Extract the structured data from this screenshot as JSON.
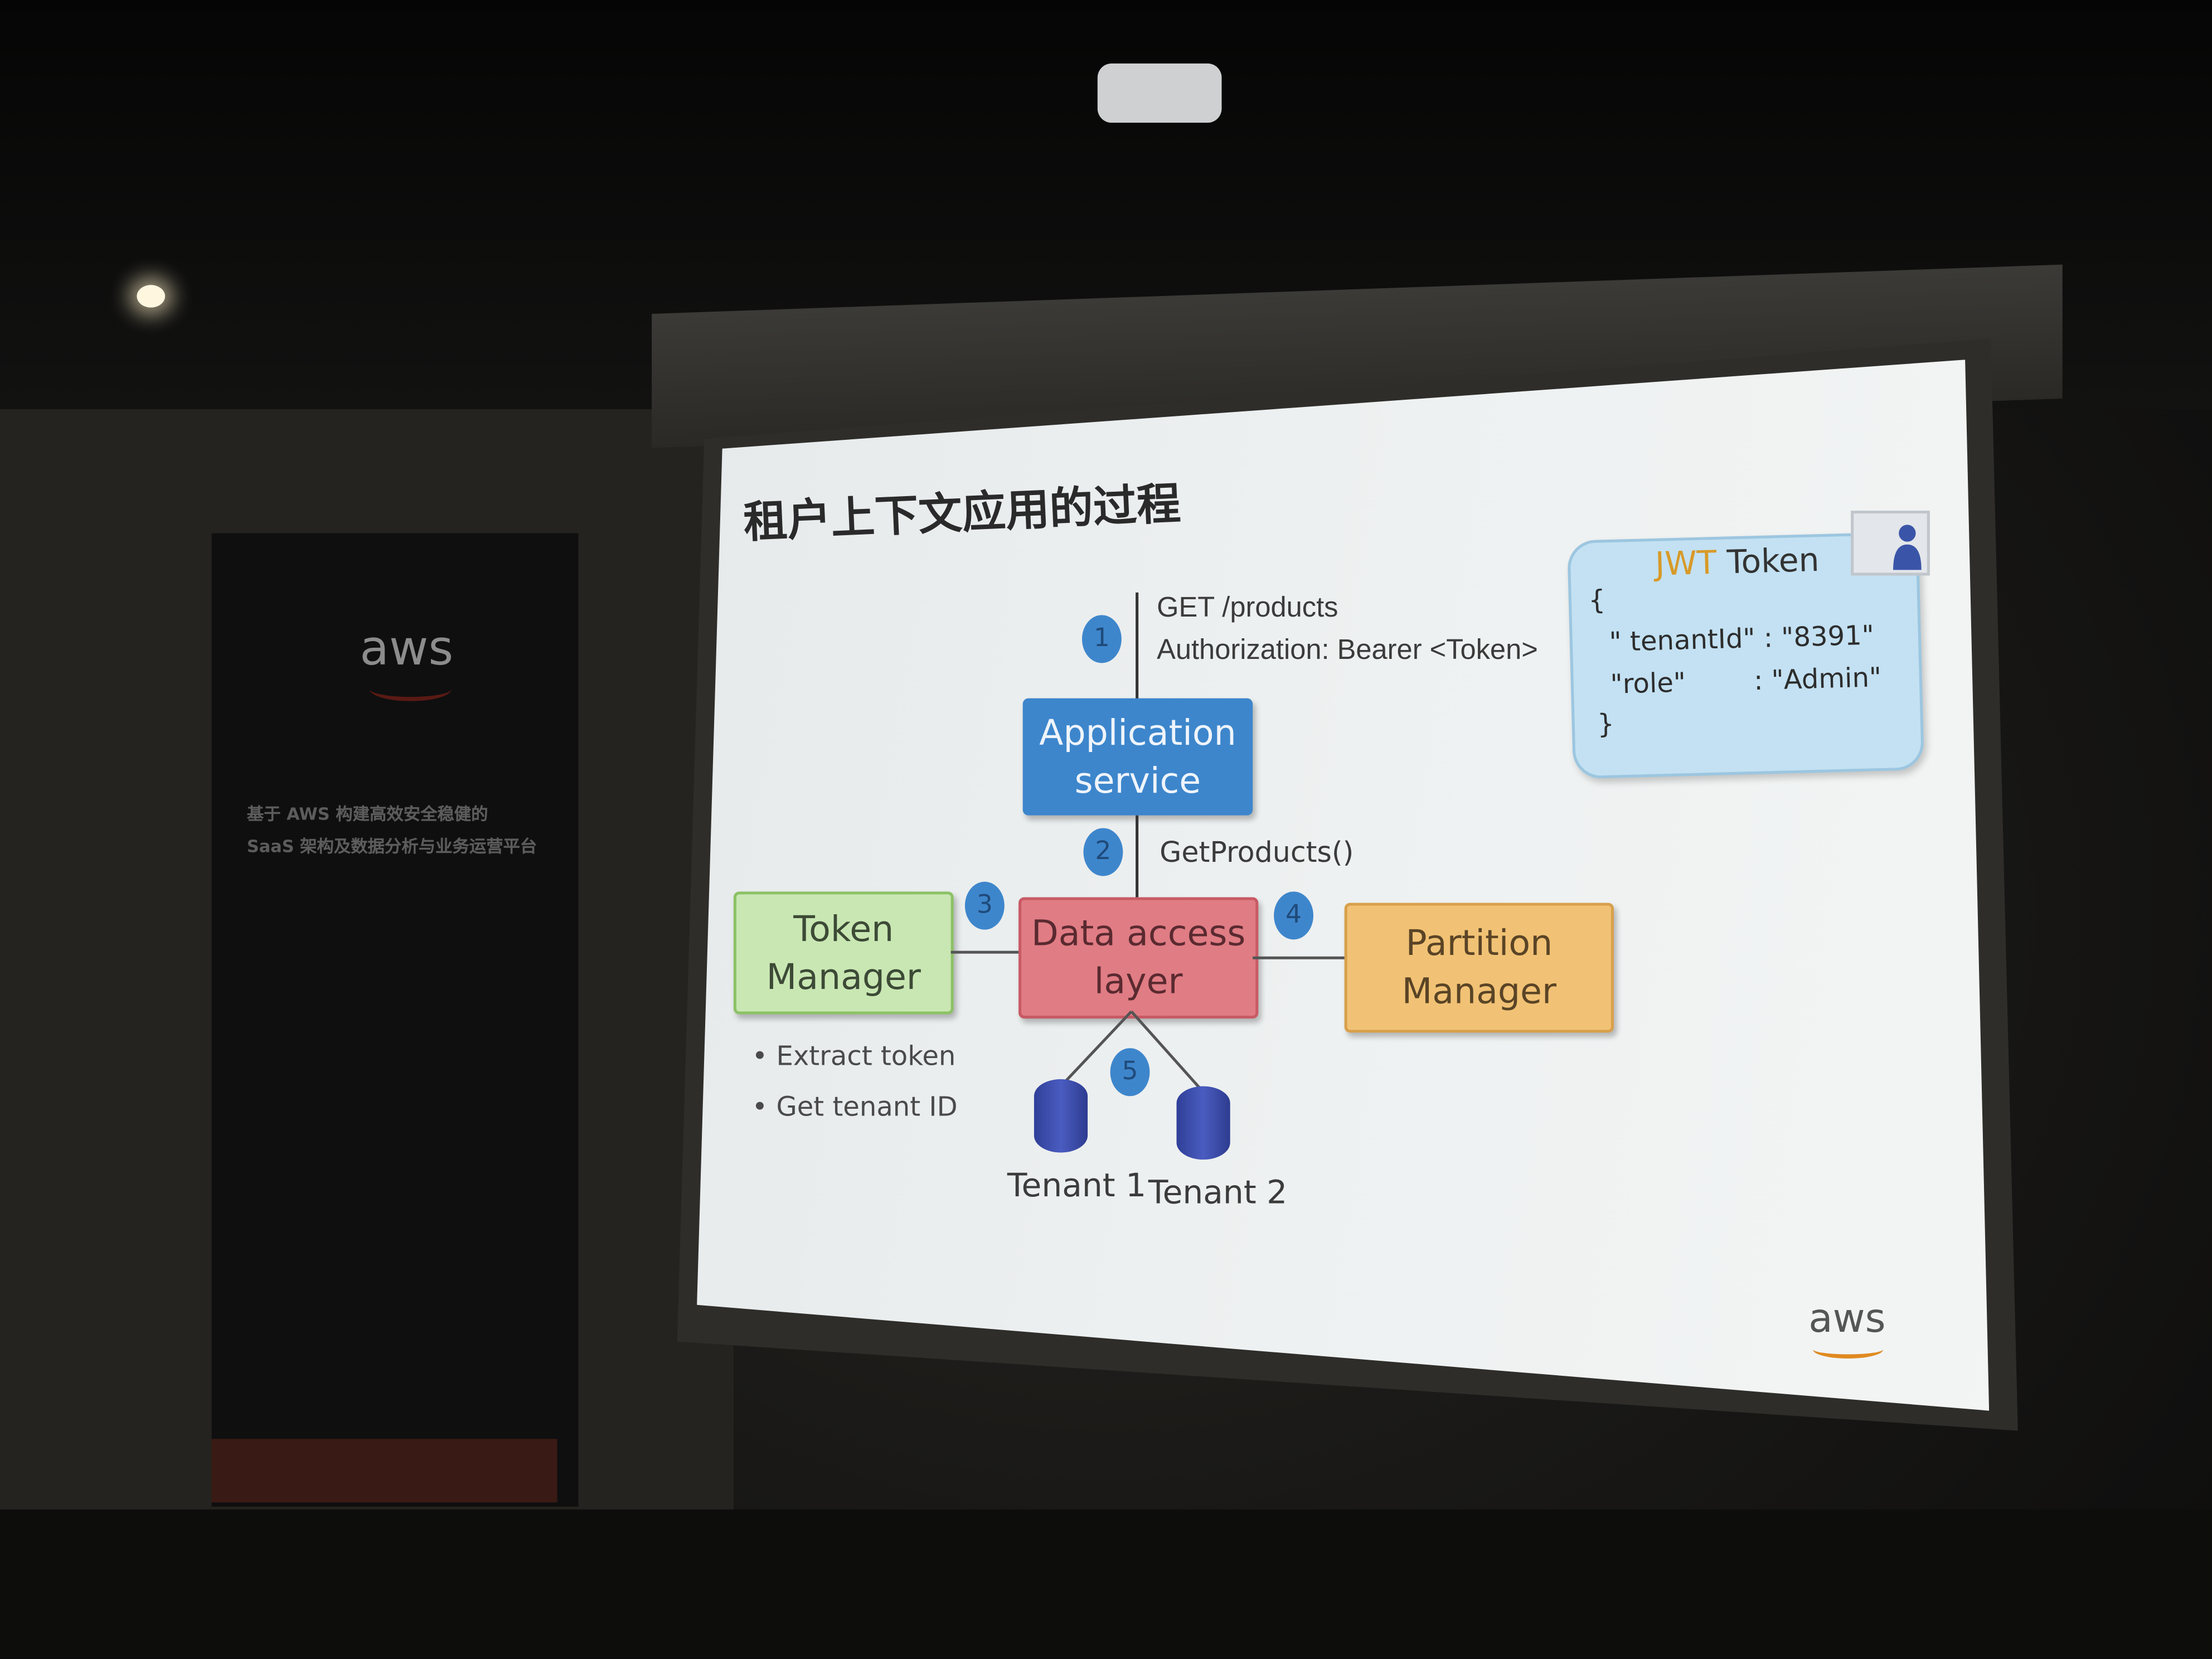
{
  "slide": {
    "title": "租户上下文应用的过程",
    "step1": {
      "number": "1",
      "line1": "GET /products",
      "line2": "Authorization: Bearer <Token>"
    },
    "step2": {
      "number": "2",
      "label": "GetProducts()"
    },
    "step3": {
      "number": "3"
    },
    "step4": {
      "number": "4"
    },
    "step5": {
      "number": "5"
    },
    "application_service": {
      "line1": "Application",
      "line2": "service",
      "color": "#3d86cc"
    },
    "token_manager": {
      "line1": "Token",
      "line2": "Manager",
      "color": "#c9e7b3"
    },
    "data_access_layer": {
      "line1": "Data access",
      "line2": "layer",
      "color": "#e07c84"
    },
    "partition_manager": {
      "line1": "Partition",
      "line2": "Manager",
      "color": "#f1c275"
    },
    "token_manager_bullets": [
      "Extract token",
      "Get tenant ID"
    ],
    "tenants": [
      "Tenant 1",
      "Tenant 2"
    ],
    "jwt": {
      "title_highlight": "JWT",
      "title_rest": "Token",
      "open_brace": "{",
      "line1": "\" tenantId\" : \"8391\"",
      "line2": "\"role\"        : \"Admin\"",
      "close_brace": "}"
    },
    "logo": "aws"
  },
  "banner": {
    "logo": "aws",
    "line1": "基于 AWS 构建高效安全稳健的",
    "line2": "SaaS 架构及数据分析与业务运营平台"
  }
}
